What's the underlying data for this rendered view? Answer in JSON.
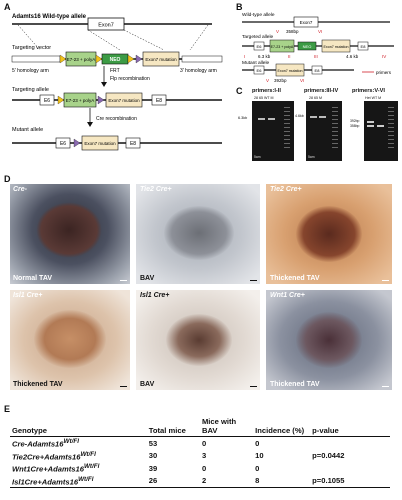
{
  "panels": {
    "a": "A",
    "b": "B",
    "c": "C",
    "d": "D",
    "e": "E"
  },
  "panel_a": {
    "wild_type_title": "Adamts16 Wild-type allele",
    "exon7": "Exon7",
    "targeting_vector": "Targeting vector",
    "homology_5": "5' homology arm",
    "homology_3": "3' homology arm",
    "e723": "E7-23 + polyA",
    "neo": "NEO",
    "frt": "FRT",
    "flp": "Flp recombination",
    "exon7_mut": "Exon7 mutation",
    "targeting_allele": "Targeting allele",
    "e6": "E6",
    "e8": "E8",
    "cre": "Cre recombination",
    "mutant_allele": "Mutant allele"
  },
  "panel_b": {
    "wild_type": "Wild-type allele",
    "exon7": "Exon7",
    "size_358": "358bp",
    "roman_v": "V",
    "roman_vi": "VI",
    "targeted": "Targeted allele",
    "e6": "E6",
    "e723": "E7-23 + polyA",
    "neo": "NEO",
    "exon7_mut": "Exon7 mutation",
    "e8": "E8",
    "roman_i": "I",
    "roman_ii": "II",
    "roman_iii": "III",
    "roman_iv": "IV",
    "size_63": "6.3 kb",
    "size_46": "4.6 kb",
    "mutant": "Mutant allele",
    "size_392": "392bp",
    "primers": "primers"
  },
  "panel_c": {
    "gels": [
      {
        "title": "primers:I-II",
        "lanes": "28  65  WT  M",
        "marker": "6.3kb",
        "sample": "5am"
      },
      {
        "title": "primers:III-IV",
        "lanes": "28  65  M",
        "marker": "4.6kb",
        "sample": "5am"
      },
      {
        "title": "primers:V-VI",
        "lanes": "Het  WT  M",
        "marker": "392bp",
        "marker2": "358bp",
        "sample": ""
      }
    ]
  },
  "panel_d": {
    "photos": [
      {
        "genotype": "Cre-",
        "phenotype": "Normal TAV",
        "bg": "#3e4452"
      },
      {
        "genotype": "Tie2 Cre+",
        "phenotype": "BAV",
        "bg": "#8a8f9a"
      },
      {
        "genotype": "Tie2 Cre+",
        "phenotype": "Thickened TAV",
        "bg": "#c98a5a"
      },
      {
        "genotype": "Isl1 Cre+",
        "phenotype": "Thickened TAV",
        "bg": "#c7a98a"
      },
      {
        "genotype": "Isl1 Cre+",
        "phenotype": "BAV",
        "bg": "#d9cfc6"
      },
      {
        "genotype": "Wnt1 Cre+",
        "phenotype": "Thickened TAV",
        "bg": "#6c7384"
      }
    ]
  },
  "panel_e": {
    "headers": [
      "Genotype",
      "Total mice",
      "Mice with BAV",
      "Incidence (%)",
      "p-value"
    ],
    "rows": [
      {
        "genotype": "Cre-Adamts16",
        "sup": "Wt/Fl",
        "total": "53",
        "bav": "0",
        "incidence": "0",
        "p": ""
      },
      {
        "genotype": "Tie2Cre+Adamts16",
        "sup": "Wt/Fl",
        "total": "30",
        "bav": "3",
        "incidence": "10",
        "p": "p=0.0442"
      },
      {
        "genotype": "Wnt1Cre+Adamts16",
        "sup": "Wt/Fl",
        "total": "39",
        "bav": "0",
        "incidence": "0",
        "p": ""
      },
      {
        "genotype": "Isl1Cre+Adamts16",
        "sup": "Wt/Fl",
        "total": "26",
        "bav": "2",
        "incidence": "8",
        "p": "p=0.1055"
      }
    ]
  },
  "colors": {
    "green_box": "#a8d38a",
    "neo_box": "#3c9b45",
    "mut_box": "#f6e7c2",
    "frt": "#f2c21b",
    "loxp": "#8a6ab0",
    "primer_red": "#d0202a"
  }
}
